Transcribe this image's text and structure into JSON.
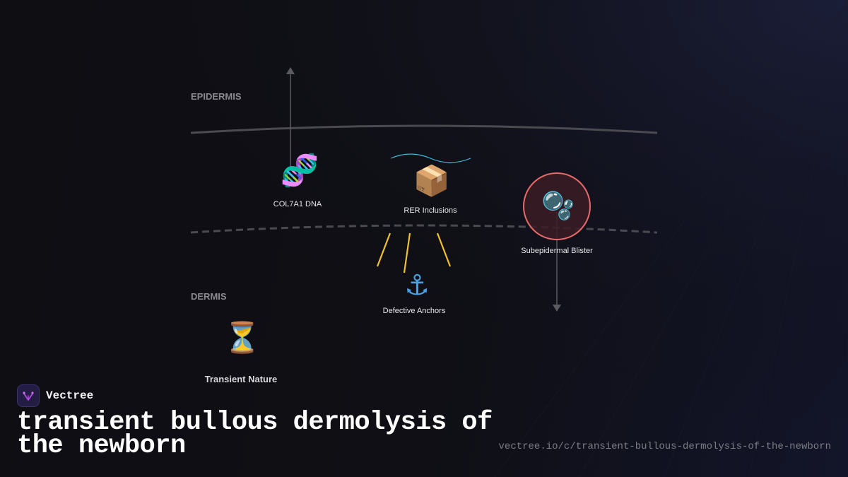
{
  "diagram": {
    "layers": {
      "epidermis": "EPIDERMIS",
      "dermis": "DERMIS"
    },
    "nodes": {
      "dna": {
        "label": "COL7A1 DNA",
        "icon": "🧬",
        "icon_name": "dna-icon"
      },
      "rer": {
        "label": "RER Inclusions",
        "icon": "📦",
        "icon_name": "package-icon"
      },
      "blister": {
        "label": "Subepidermal Blister",
        "icon": "🫧",
        "icon_name": "bubbles-icon"
      },
      "anchors": {
        "label": "Defective Anchors",
        "icon": "⚓",
        "icon_name": "anchor-icon"
      },
      "transient": {
        "label": "Transient Nature",
        "icon": "⏳",
        "icon_name": "hourglass-icon"
      }
    },
    "colors": {
      "line": "#4a4a50",
      "wave": "#3fb8d8",
      "anchor_lines": "#f2c12e",
      "blister_stroke": "#e86a6a",
      "blister_fill": "#3a1c24"
    }
  },
  "footer": {
    "brand": "Vectree",
    "title": "transient bullous dermolysis of the newborn",
    "url": "vectree.io/c/transient-bullous-dermolysis-of-the-newborn"
  }
}
